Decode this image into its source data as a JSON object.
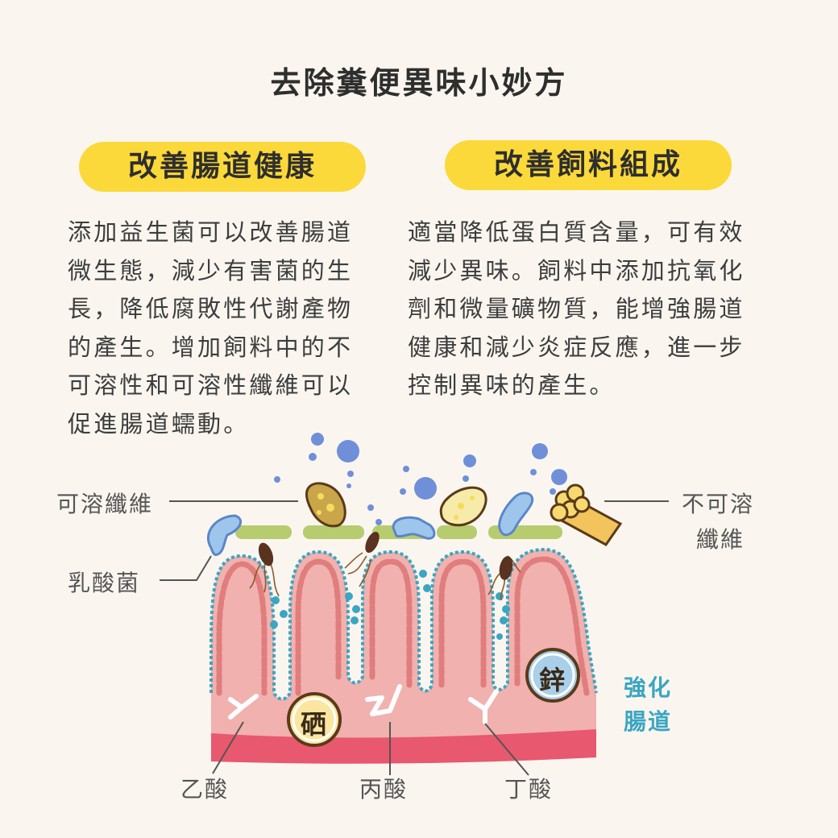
{
  "title": "去除糞便異味小妙方",
  "left": {
    "heading": "改善腸道健康",
    "lines": [
      "添加益生菌可以改善腸道",
      "微生態，減少有害菌的生",
      "長，降低腐敗性代謝產物",
      "的產生。增加飼料中的不",
      "可溶性和可溶性纖維可以",
      "促進腸道蠕動。"
    ]
  },
  "right": {
    "heading": "改善飼料組成",
    "lines": [
      "適當降低蛋白質含量，可有效",
      "減少異味。飼料中添加抗氧化",
      "劑和微量礦物質，能增強腸道",
      "健康和減少炎症反應，進一步",
      "控制異味的產生。"
    ]
  },
  "diagram": {
    "label_soluble_fiber": "可溶纖維",
    "label_lactobacillus": "乳酸菌",
    "label_insoluble_fiber_1": "不可溶",
    "label_insoluble_fiber_2": "纖維",
    "label_strengthen_1": "強化",
    "label_strengthen_2": "腸道",
    "label_acetic": "乙酸",
    "label_propionic": "丙酸",
    "label_butyric": "丁酸",
    "badge_selenium": "硒",
    "badge_zinc": "鋅"
  },
  "colors": {
    "pill": "#fcd93a",
    "background": "#faf6ef",
    "tissue": "#f1b1ae",
    "tissue_dark": "#e8586f",
    "teal": "#3aa6c1",
    "bacteria_blue": "#9ec6ec",
    "fiber_green": "#b7cc6e",
    "bubble": "#6f8fd9"
  }
}
